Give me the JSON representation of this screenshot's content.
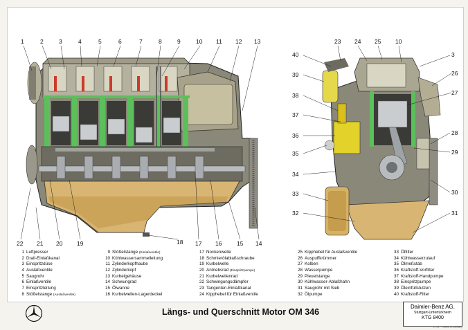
{
  "title": "Längs- und Querschnitt Motor OM 346",
  "company": {
    "name": "Daimler-Benz AG.",
    "city": "Stuttgart-Untertürkheim",
    "code": "KTG 8400"
  },
  "footnote": "E. Nr. · Printed in Germany",
  "logo_icon": "mercedes-star-icon",
  "colors": {
    "coolant": "#5bbf5b",
    "oil": "#d8b572",
    "block": "#8a8878",
    "pump": "#e2d22a",
    "red_part": "#cc3a2a"
  },
  "callouts": {
    "n1": "1",
    "n2": "2",
    "n3": "3",
    "n4": "4",
    "n5": "5",
    "n6": "6",
    "n7": "7",
    "n8": "8",
    "n9": "9",
    "n10": "10",
    "n11": "11",
    "n12": "12",
    "n13": "13",
    "n14": "14",
    "n15": "15",
    "n16": "16",
    "n17": "17",
    "n18": "18",
    "n19": "19",
    "n20": "20",
    "n21": "21",
    "n22": "22",
    "n23": "23",
    "n24": "24",
    "n25": "25",
    "n10b": "10",
    "n3b": "3",
    "n26": "26",
    "n27": "27",
    "n28": "28",
    "n29": "29",
    "n30": "30",
    "n31": "31",
    "n32": "32",
    "n33": "33",
    "n34": "34",
    "n35": "35",
    "n36": "36",
    "n37": "37",
    "n38": "38",
    "n39": "39",
    "n40": "40"
  },
  "legend": [
    [
      {
        "n": "1",
        "t": "Luftpresser"
      },
      {
        "n": "2",
        "t": "Drall-Einlaßkanal"
      },
      {
        "n": "3",
        "t": "Einspritzdüse"
      },
      {
        "n": "4",
        "t": "Auslaßventile"
      },
      {
        "n": "5",
        "t": "Saugrohr"
      },
      {
        "n": "6",
        "t": "Einlaßventile"
      },
      {
        "n": "7",
        "t": "Einspritzleitung"
      },
      {
        "n": "8",
        "t": "Stößelstange",
        "s": "(Auslaßventile)"
      }
    ],
    [
      {
        "n": "9",
        "t": "Stößelstange",
        "s": "(Einlaßventile)"
      },
      {
        "n": "10",
        "t": "Kühlwassersammelleitung"
      },
      {
        "n": "11",
        "t": "Zylinderkopfhaube"
      },
      {
        "n": "12",
        "t": "Zylinderkopf"
      },
      {
        "n": "13",
        "t": "Kurbelgehäuse"
      },
      {
        "n": "14",
        "t": "Schwungrad"
      },
      {
        "n": "15",
        "t": "Ölwanne"
      },
      {
        "n": "16",
        "t": "Kurbelwellen-Lagerdeckel"
      }
    ],
    [
      {
        "n": "17",
        "t": "Nockenwelle"
      },
      {
        "n": "18",
        "t": "Schmierölablaßschraube"
      },
      {
        "n": "19",
        "t": "Kurbelwelle"
      },
      {
        "n": "20",
        "t": "Antriebsrad",
        "s": "(Einspritzpumpe)"
      },
      {
        "n": "21",
        "t": "Kurbelwellenrad"
      },
      {
        "n": "22",
        "t": "Schwingungsdämpfer"
      },
      {
        "n": "23",
        "t": "Tangenten-Einlaßkanal"
      },
      {
        "n": "24",
        "t": "Kipphebel für Einlaßventile"
      }
    ],
    [
      {
        "n": "25",
        "t": "Kipphebel für Auslaßventile"
      },
      {
        "n": "26",
        "t": "Auspuffkrümmer"
      },
      {
        "n": "27",
        "t": "Kolben"
      },
      {
        "n": "28",
        "t": "Wasserpumpe"
      },
      {
        "n": "29",
        "t": "Pleuelstange"
      },
      {
        "n": "30",
        "t": "Kühlwasser-Ablaßhahn"
      },
      {
        "n": "31",
        "t": "Saugrohr mit Sieb"
      },
      {
        "n": "32",
        "t": "Ölpumpe"
      }
    ],
    [
      {
        "n": "33",
        "t": "Ölfilter"
      },
      {
        "n": "34",
        "t": "Kühlwasserzulauf"
      },
      {
        "n": "35",
        "t": "Ölmeßstab"
      },
      {
        "n": "36",
        "t": "Kraftstoff-Vorfilter"
      },
      {
        "n": "37",
        "t": "Kraftstoff-Handpumpe"
      },
      {
        "n": "38",
        "t": "Einspritzpumpe"
      },
      {
        "n": "39",
        "t": "Öleinfüllstutzen"
      },
      {
        "n": "40",
        "t": "Kraftstoff-Filter"
      }
    ]
  ]
}
